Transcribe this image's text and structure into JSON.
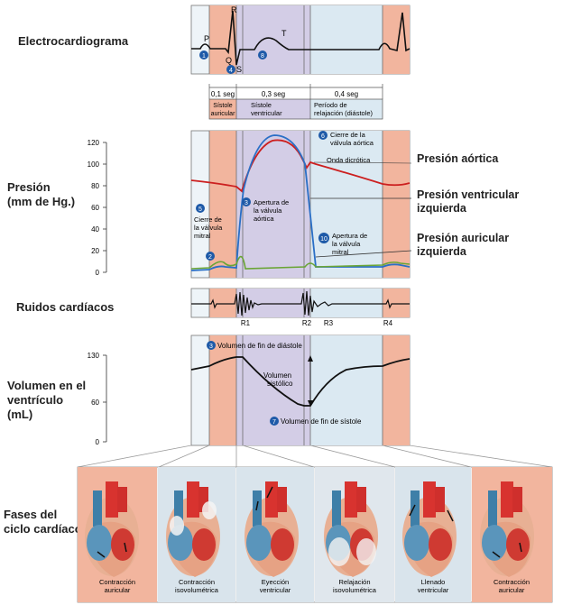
{
  "left_labels": {
    "ecg": "Electrocardiograma",
    "pressure": [
      "Presión",
      "(mm de Hg.)"
    ],
    "sounds": "Ruidos cardíacos",
    "volume": [
      "Volumen en el",
      "ventrículo",
      "(mL)"
    ],
    "phases": [
      "Fases del",
      "ciclo cardíaco"
    ]
  },
  "right_labels": {
    "aortic": "Presión aórtica",
    "ventricular": [
      "Presión ventricular",
      "izquierda"
    ],
    "atrial": [
      "Presión auricular",
      "izquierda"
    ]
  },
  "ecg_waves": [
    "P",
    "R",
    "Q",
    "S",
    "T"
  ],
  "ecg_markers": [
    "1",
    "4",
    "8"
  ],
  "timing": {
    "durations": [
      "0,1 seg",
      "0,3 seg",
      "0,4 seg"
    ],
    "periods": [
      [
        "Sístole",
        "auricular"
      ],
      [
        "Sístole",
        "ventricular"
      ],
      [
        "Período de",
        "relajación (diástole)"
      ]
    ]
  },
  "pressure_axis": [
    "120",
    "100",
    "80",
    "60",
    "40",
    "20",
    "0"
  ],
  "volume_axis": [
    "130",
    "60",
    "0"
  ],
  "pressure_annotations": [
    {
      "n": "6",
      "text": [
        "Cierre de la",
        "válvula aórtica"
      ]
    },
    {
      "n": "",
      "text": [
        "Onda dicrótica"
      ]
    },
    {
      "n": "3",
      "text": [
        "Apertura de",
        "la válvula",
        "aórtica"
      ]
    },
    {
      "n": "5",
      "text": [
        "Cierre de",
        "la válvula",
        "mitral"
      ]
    },
    {
      "n": "10",
      "text": [
        "Apertura de",
        "la válvula",
        "mitral"
      ]
    },
    {
      "n": "2",
      "text": []
    }
  ],
  "sound_labels": [
    "R1",
    "R2",
    "R3",
    "R4"
  ],
  "volume_annotations": [
    {
      "n": "3",
      "text": "Volumen de fin de diástole"
    },
    {
      "n": "",
      "text": "Volumen"
    },
    {
      "n": "",
      "text": "sistólico"
    },
    {
      "n": "7",
      "text": "Volumen de fin de sístole"
    }
  ],
  "phases": [
    [
      "Contracción",
      "auricular"
    ],
    [
      "Contracción",
      "isovolumétrica"
    ],
    [
      "Eyección",
      "ventricular"
    ],
    [
      "Relajación",
      "isovolumétrica"
    ],
    [
      "Llenado",
      "ventricular"
    ],
    [
      "Contracción",
      "auricular"
    ]
  ],
  "colors": {
    "atrial_band": "#f2b59e",
    "systole_band": "#d3cde6",
    "diastole_band": "#dbe9f2",
    "aortic_line": "#cc1f1f",
    "ventricular_line": "#2a6fc6",
    "atrial_line": "#6aa535",
    "marker": "#1e5aa8"
  }
}
